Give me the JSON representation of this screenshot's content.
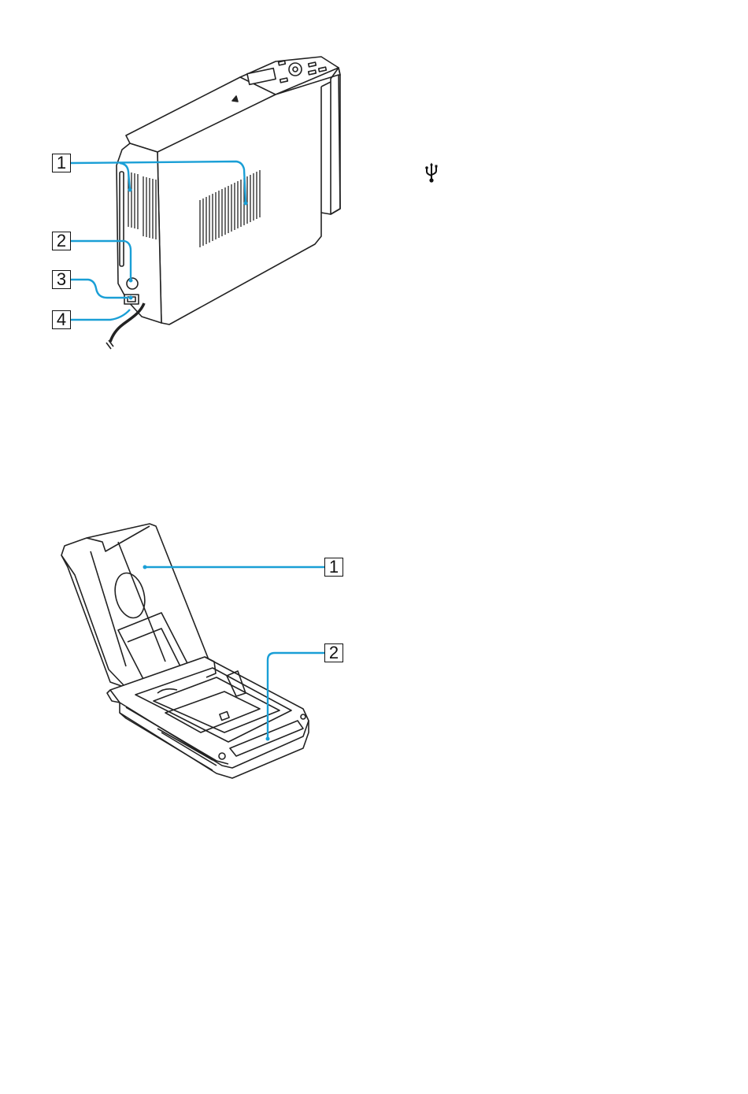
{
  "printer_rear_view": {
    "callouts": [
      "1",
      "2",
      "3",
      "4"
    ]
  },
  "paper_tray_view": {
    "callouts": [
      "1",
      "2"
    ]
  },
  "icons": {
    "usb": "usb-icon"
  },
  "colors": {
    "leader_line": "#1a9fd6",
    "outline": "#222222",
    "background": "#ffffff"
  }
}
